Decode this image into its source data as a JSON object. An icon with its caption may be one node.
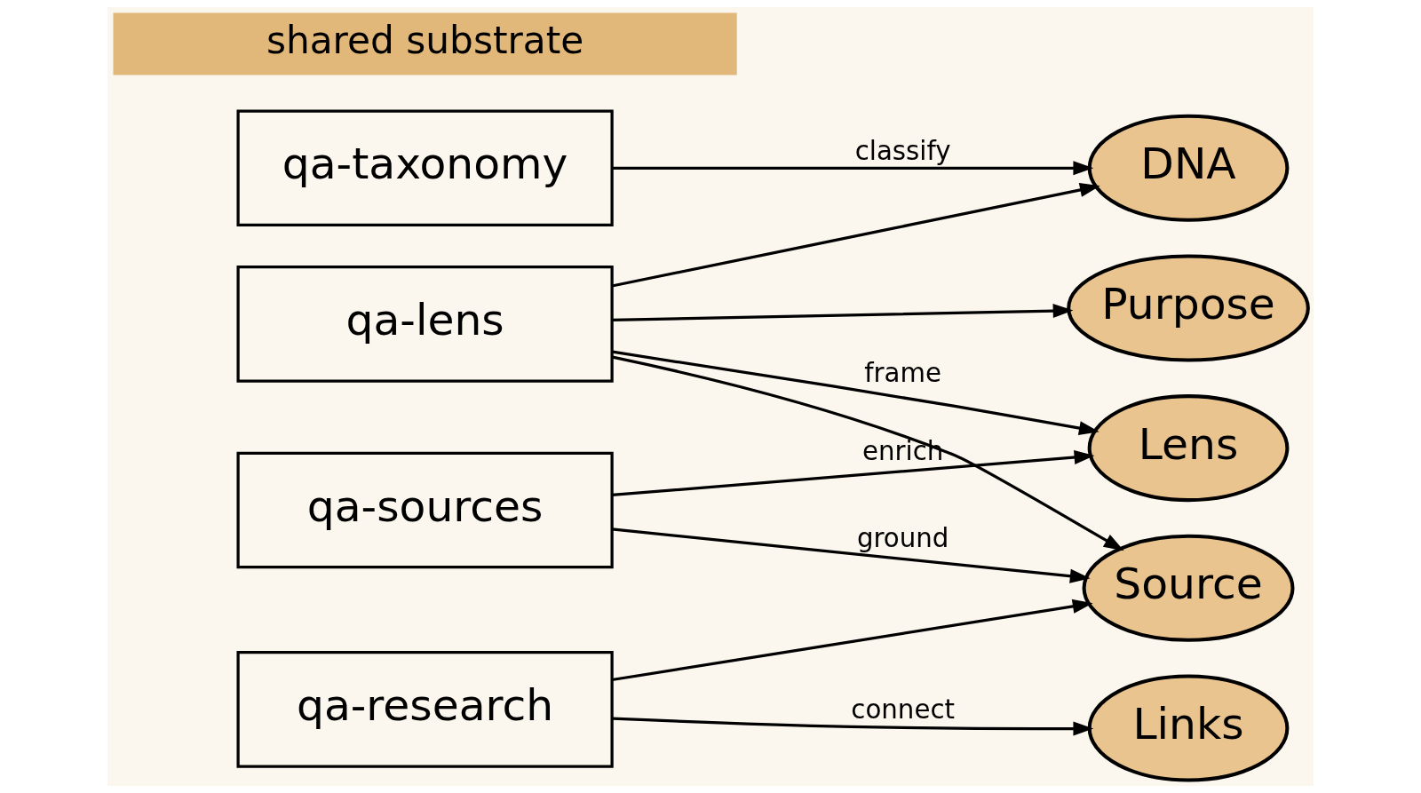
{
  "diagram": {
    "nodes": [
      {
        "text": [
          "qa-taxonomy"
        ]
      },
      {
        "text": [
          "qa-lens"
        ]
      },
      {
        "text": [
          "qa-sources"
        ]
      },
      {
        "text": [
          "qa-research"
        ]
      },
      {
        "text": [
          "DNA"
        ]
      },
      {
        "text": [
          "Purpose"
        ]
      },
      {
        "text": [
          "Lens"
        ]
      },
      {
        "text": [
          "Source"
        ]
      },
      {
        "text": [
          "Links"
        ]
      },
      {
        "text": [
          "shared substrate"
        ]
      }
    ],
    "edges": [
      {
        "from": 0,
        "to": 4,
        "arrow": "to",
        "label": "classify"
      },
      {
        "from": 1,
        "to": 4,
        "arrow": "to"
      },
      {
        "from": 1,
        "to": 5,
        "arrow": "to"
      },
      {
        "from": 1,
        "to": 6,
        "arrow": "to",
        "label": "frame"
      },
      {
        "from": 1,
        "to": 7,
        "arrow": "to"
      },
      {
        "from": 2,
        "to": 6,
        "arrow": "to",
        "label": "enrich"
      },
      {
        "from": 2,
        "to": 7,
        "arrow": "to",
        "label": "ground"
      },
      {
        "from": 3,
        "to": 7,
        "arrow": "to"
      },
      {
        "from": 3,
        "to": 8,
        "arrow": "to",
        "label": "connect"
      }
    ]
  }
}
